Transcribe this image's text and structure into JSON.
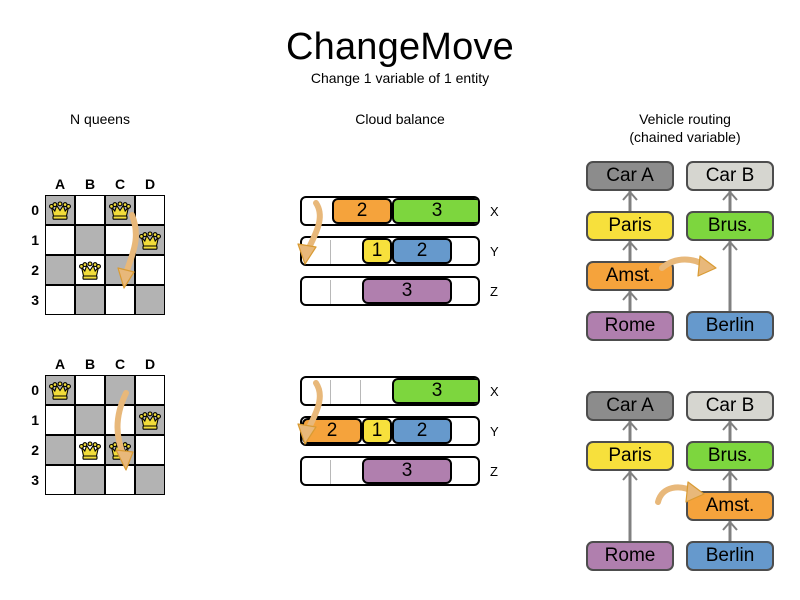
{
  "header": {
    "title": "ChangeMove",
    "subtitle": "Change 1 variable of 1 entity"
  },
  "columns": [
    {
      "id": "nqueens",
      "title": "N queens"
    },
    {
      "id": "cloudbalance",
      "title": "Cloud balance"
    },
    {
      "id": "vehiclerouting",
      "title_line1": "Vehicle routing",
      "title_line2": "(chained variable)"
    }
  ],
  "colors": {
    "orange": "#f5a33c",
    "green": "#7dd63e",
    "yellow": "#f7e03c",
    "blue": "#6699cc",
    "purple": "#b07fae",
    "gray_dark": "#8c8c8c",
    "gray_light": "#d6d6d0",
    "board_dark": "#b3b3b3",
    "board_light": "#ffffff",
    "arrow": "#e8b87a",
    "arrow_dark": "#d99b33",
    "queen": "#f2dd3a",
    "link": "#808080"
  },
  "nqueens": {
    "files": [
      "A",
      "B",
      "C",
      "D"
    ],
    "ranks": [
      "0",
      "1",
      "2",
      "3"
    ],
    "before": {
      "queens": [
        {
          "file": "A",
          "rank": "0"
        },
        {
          "file": "C",
          "rank": "0"
        },
        {
          "file": "D",
          "rank": "1"
        },
        {
          "file": "B",
          "rank": "2"
        }
      ],
      "move": {
        "from_file": "C",
        "from_rank": "0",
        "to_file": "C",
        "to_rank": "2"
      }
    },
    "after": {
      "queens": [
        {
          "file": "A",
          "rank": "0"
        },
        {
          "file": "D",
          "rank": "1"
        },
        {
          "file": "B",
          "rank": "2"
        },
        {
          "file": "C",
          "rank": "2"
        }
      ],
      "move": {
        "from_file": "C",
        "from_rank": "0",
        "to_file": "C",
        "to_rank": "2"
      }
    }
  },
  "cloudbalance": {
    "computers": [
      "X",
      "Y",
      "Z"
    ],
    "capacity_units": 6,
    "before": {
      "rows": [
        {
          "computer": "X",
          "processes": [
            {
              "label": "2",
              "size": 2,
              "color": "orange"
            },
            {
              "label": "3",
              "size": 3,
              "color": "green"
            }
          ],
          "free_leading": 1
        },
        {
          "computer": "Y",
          "processes": [
            {
              "label": "1",
              "size": 1,
              "color": "yellow"
            },
            {
              "label": "2",
              "size": 2,
              "color": "blue"
            }
          ],
          "free_leading": 2
        },
        {
          "computer": "Z",
          "processes": [
            {
              "label": "3",
              "size": 3,
              "color": "purple"
            }
          ],
          "free_leading": 2
        }
      ]
    },
    "after": {
      "rows": [
        {
          "computer": "X",
          "processes": [
            {
              "label": "3",
              "size": 3,
              "color": "green"
            }
          ],
          "free_leading": 3
        },
        {
          "computer": "Y",
          "processes": [
            {
              "label": "2",
              "size": 2,
              "color": "orange"
            },
            {
              "label": "1",
              "size": 1,
              "color": "yellow"
            },
            {
              "label": "2",
              "size": 2,
              "color": "blue"
            }
          ],
          "free_leading": 0
        },
        {
          "computer": "Z",
          "processes": [
            {
              "label": "3",
              "size": 3,
              "color": "purple"
            }
          ],
          "free_leading": 2
        }
      ]
    },
    "moved_process": {
      "label": "2",
      "from": "X",
      "to": "Y"
    }
  },
  "vehiclerouting": {
    "vehicles": [
      {
        "label": "Car A",
        "color": "gray_dark"
      },
      {
        "label": "Car B",
        "color": "gray_light"
      }
    ],
    "customers": [
      {
        "label": "Paris",
        "color": "yellow"
      },
      {
        "label": "Brus.",
        "color": "green"
      },
      {
        "label": "Amst.",
        "color": "orange"
      },
      {
        "label": "Rome",
        "color": "purple"
      },
      {
        "label": "Berlin",
        "color": "blue"
      }
    ],
    "before": {
      "chains": [
        {
          "vehicle": "Car A",
          "stops": [
            "Paris",
            "Amst.",
            "Rome"
          ]
        },
        {
          "vehicle": "Car B",
          "stops": [
            "Brus.",
            "Berlin"
          ]
        }
      ]
    },
    "after": {
      "chains": [
        {
          "vehicle": "Car A",
          "stops": [
            "Paris",
            "Rome"
          ]
        },
        {
          "vehicle": "Car B",
          "stops": [
            "Brus.",
            "Amst.",
            "Berlin"
          ]
        }
      ]
    },
    "moved_entity": {
      "label": "Amst.",
      "from": "Car A",
      "to": "Car B"
    }
  }
}
